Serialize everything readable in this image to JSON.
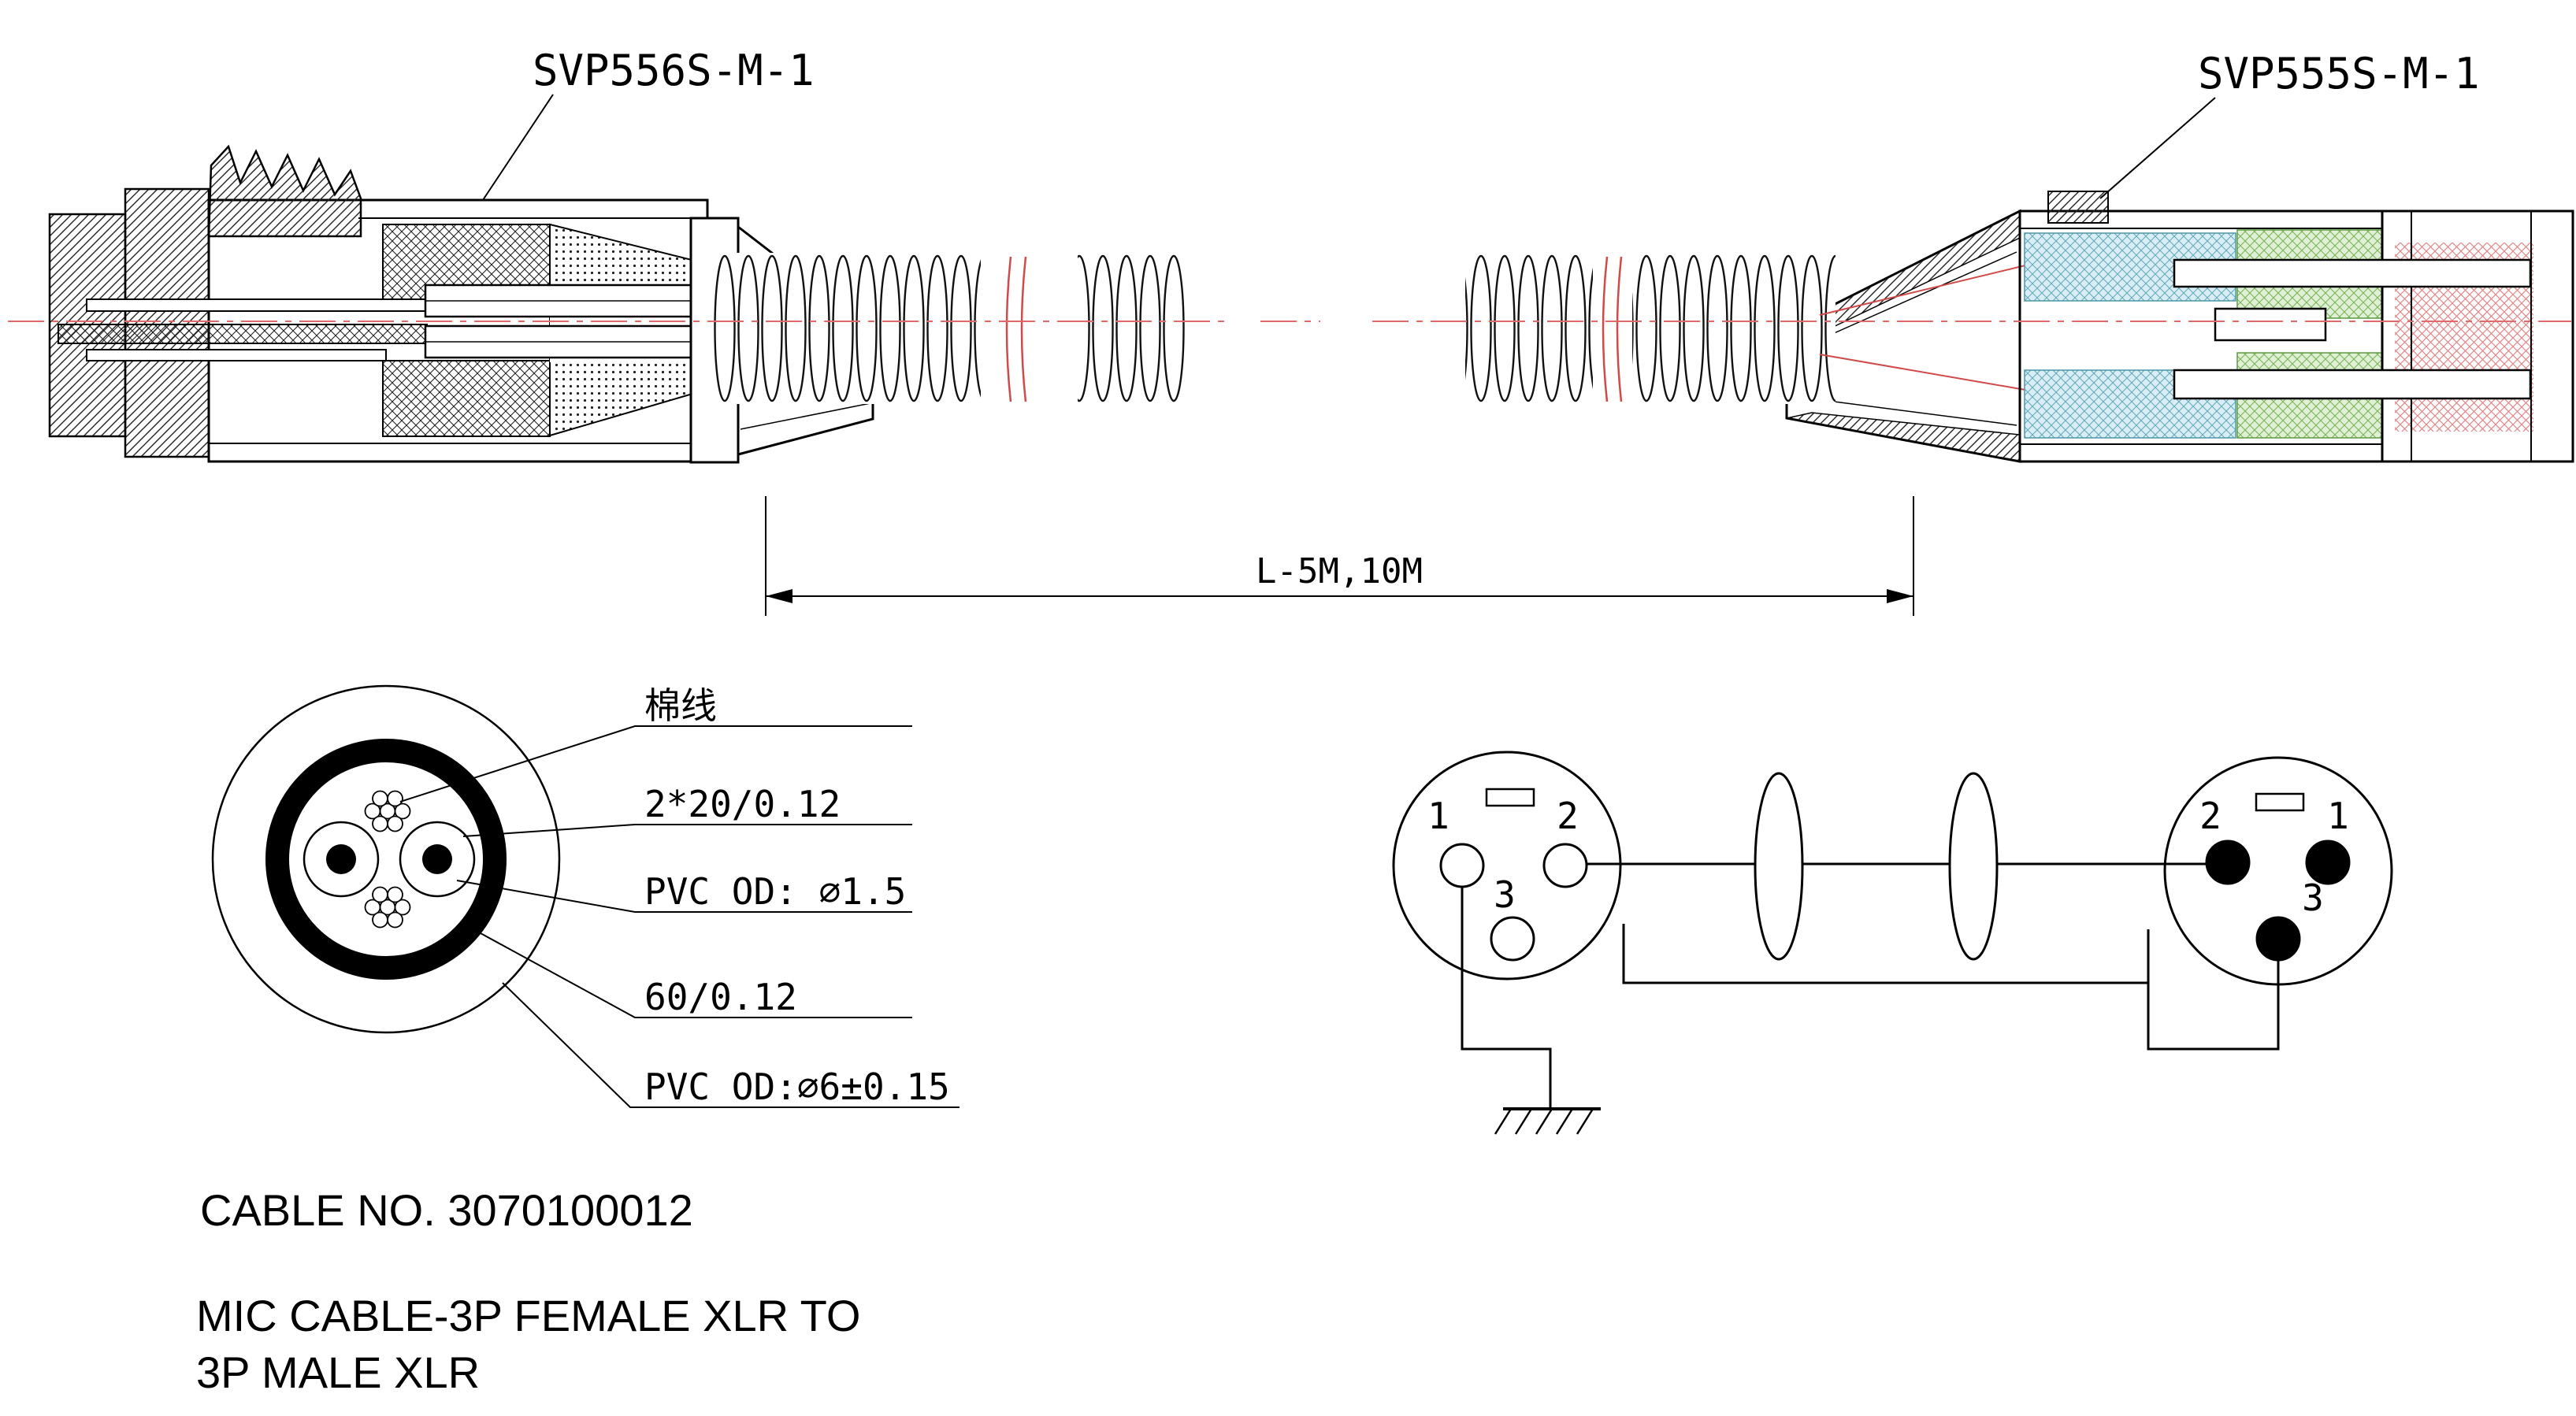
{
  "drawings": {
    "left_connector_label": "SVP556S-M-1",
    "right_connector_label": "SVP555S-M-1"
  },
  "dimension": {
    "label": "L-5M,10M"
  },
  "cross_section": {
    "callouts": [
      "棉线",
      "2*20/0.12",
      "PVC OD: ∅1.5",
      "60/0.12",
      "PVC OD:∅6±0.15"
    ]
  },
  "schematic": {
    "left_pins": [
      "1",
      "2",
      "3"
    ],
    "right_pins": [
      "2",
      "1",
      "3"
    ]
  },
  "footer": {
    "cable_no": "CABLE NO. 3070100012",
    "description_line1": "MIC CABLE-3P FEMALE XLR TO",
    "description_line2": "3P MALE XLR"
  },
  "colors": {
    "line": "#000000",
    "centerline_red": "#e06a6a",
    "conductor_red": "#d04a4a",
    "cyan_fill": "#d9edf4",
    "green_fill": "#dff0d4",
    "red_hatch_line": "#dd8888"
  }
}
